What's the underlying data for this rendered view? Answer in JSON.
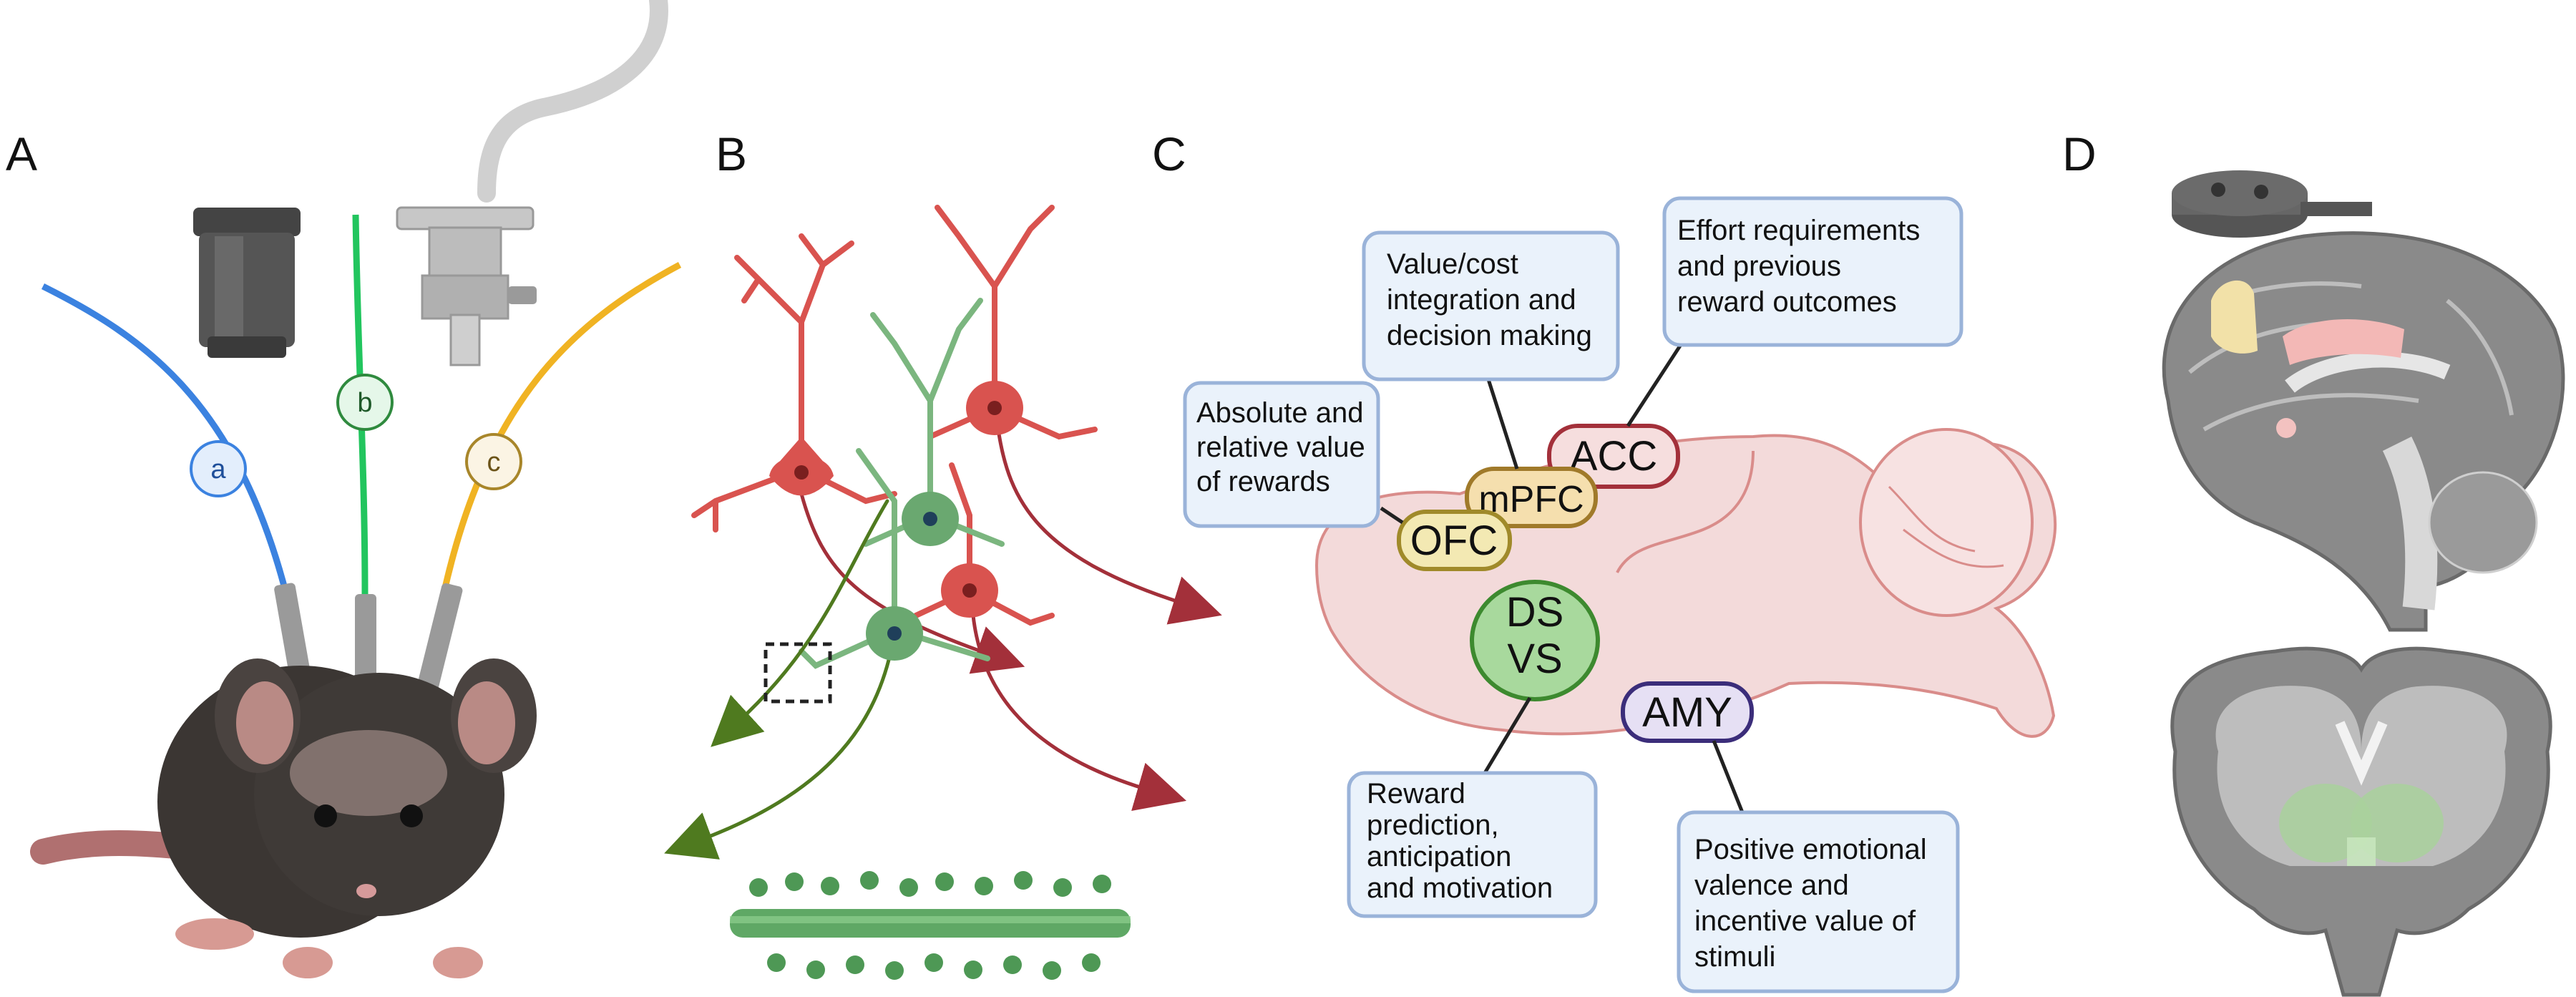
{
  "panels": {
    "a": {
      "letter": "A",
      "fibers": [
        "a",
        "b",
        "c"
      ]
    },
    "b": {
      "letter": "B"
    },
    "c": {
      "letter": "C",
      "regions": {
        "acc": "ACC",
        "mpfc": "mPFC",
        "ofc": "OFC",
        "ds": "DS",
        "vs": "VS",
        "amy": "AMY"
      },
      "functions": {
        "ofc": [
          "Absolute and",
          "relative value",
          "of rewards"
        ],
        "mpfc": [
          "Value/cost",
          "integration and",
          "decision making"
        ],
        "acc": [
          "Effort requirements",
          "and previous",
          "reward outcomes"
        ],
        "dsvs": [
          "Reward",
          "prediction,",
          "anticipation",
          "and motivation"
        ],
        "amy": [
          "Positive emotional",
          "valence and",
          "incentive value of",
          "stimuli"
        ]
      }
    },
    "d": {
      "letter": "D"
    }
  },
  "colors": {
    "fiber_a": "#3b82e0",
    "fiber_b": "#22c55e",
    "fiber_c": "#f0b323",
    "neuron_red": "#d9534f",
    "neuron_green": "#6aa870",
    "acc": "#a3303a",
    "mpfc": "#a07a2a",
    "ofc": "#a08a2a",
    "dsvs": "#3d8a2f",
    "amy": "#3b2d7a",
    "box_fill": "#eaf2fb",
    "box_stroke": "#9ab3d9"
  }
}
